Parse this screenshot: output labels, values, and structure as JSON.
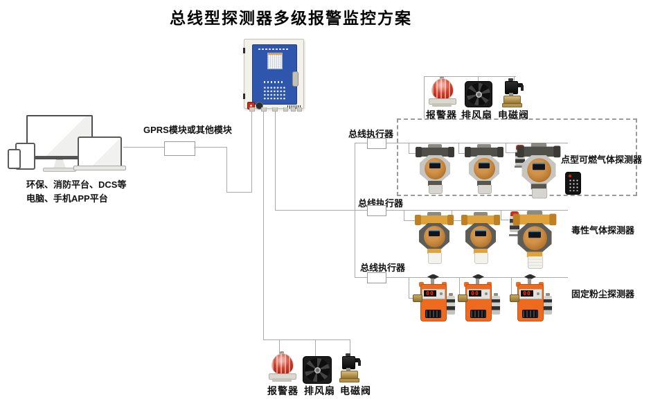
{
  "title": "总线型探测器多级报警监控方案",
  "left_platform": {
    "line1": "环保、消防平台、DCS等",
    "line2": "电脑、手机APP平台"
  },
  "gprs_module": {
    "label": "GPRS模块或其他模块"
  },
  "bus_executor_label": "总线执行器",
  "zones": {
    "top_actuators": {
      "items": [
        "报警器",
        "排风扇",
        "电磁阀"
      ]
    },
    "combustible": {
      "label": "点型可燃气体探测器"
    },
    "toxic": {
      "label": "毒性气体探测器"
    },
    "dust": {
      "label": "固定粉尘探测器",
      "led_value": "00"
    },
    "bottom_actuators": {
      "items": [
        "报警器",
        "排风扇",
        "电磁阀"
      ]
    }
  },
  "colors": {
    "wire": "#a9a9a9",
    "controller_blue": "#2e56ad",
    "alarm_red": "#c62f1d",
    "toxic_yellow": "#e0a23a",
    "dust_orange": "#ed6a1f",
    "led_red": "#ff2a1a",
    "face_orange": "#b4732b"
  }
}
